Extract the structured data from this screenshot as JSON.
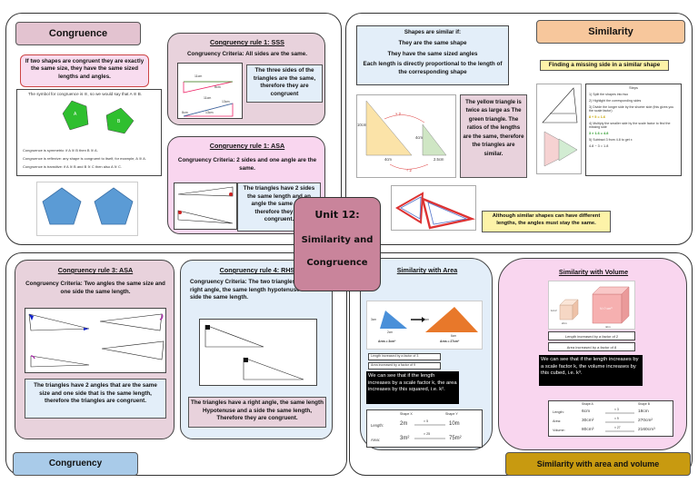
{
  "center": {
    "title_1": "Unit 12:",
    "title_2": "Similarity and",
    "title_3": "Congruence"
  },
  "congruence": {
    "heading": "Congruence",
    "intro": "If two shapes are congruent they are exactly the same size, they have the same sized lengths and angles.",
    "symbol_note": "The symbol for congruence is  ≅, so we would say that A ≅ B.",
    "shape_labels": [
      "A",
      "B"
    ],
    "properties": [
      "Congruence is symmetric: if A ≅ B then B ≅ A.",
      "Congruence is reflexive: any shape is congruent to itself, for example, A ≅ A.",
      "Congruence is transitive: if A ≅ B and B ≅ C then also A ≅ C."
    ]
  },
  "sss": {
    "title": "Congruency rule 1: SSS",
    "criteria": "Congruency Criteria: All sides are the same.",
    "note": "The three sides of the triangles are the same, therefore they are congruent",
    "labels": [
      "11cm",
      "8cm",
      "11cm",
      "13cm",
      "8cm",
      "13cm"
    ]
  },
  "asa1": {
    "title": "Congruency rule 1: ASA",
    "criteria": "Congruency Criteria: 2 sides and one angle are the same.",
    "note": "The triangles have 2 sides the same length and an angle the same size, therefore they are congruent."
  },
  "asa3": {
    "title": "Congruency rule 3: ASA",
    "criteria": "Congruency Criteria: Two angles the same size and one side the same length.",
    "note": "The triangles have 2 angles that are the same size and one side that is the same length, therefore the triangles are congruent."
  },
  "rhs": {
    "title": "Congruency rule 4: RHS",
    "criteria": "Congruency Criteria: The two triangles share a right angle, the same length hypotenuse and one side the same length.",
    "note": "The triangles have a right angle, the same length Hypotenuse and a side the same length, Therefore they are congruent."
  },
  "congruency_footer": "Congruency",
  "similarity": {
    "heading": "Similarity",
    "rules_title": "Shapes are similar if:",
    "rules": [
      "They are the same shape",
      "They have the same sized angles",
      "Each length is directly proportional to the length of the corresponding shape"
    ],
    "missing_title": "Finding a missing side in a similar shape",
    "yellow_note": "The yellow triangle is twice as large as The green triangle. The ratios of the lengths are the same, therefore the triangles are similar.",
    "angles_note": "Although similar shapes can have different lengths, the angles must stay the same.",
    "triangle_labels": [
      "× 2",
      "10cm",
      "4cm",
      "4cm",
      "2.5cm",
      "8cm",
      "÷ 2",
      "× 2"
    ],
    "steps_title": "Steps",
    "steps": [
      "1) Split the shapes into two",
      "2) Highlight the corresponding sides",
      "3) Divide the longer side by the shorter side (this gives you the scale factor)",
      "8 ÷ 5 = 1.6",
      "4) Multiply the smaller side by the scale factor to find the missing side",
      "3 × 1.6 = 4.8",
      "5) Subtract 3 from 4.8 to get x",
      "4.8 − 3 = 1.8"
    ]
  },
  "area": {
    "title": "Similarity with Area",
    "labels": [
      "3cm",
      "2cm",
      "9cm",
      "6cm"
    ],
    "areas": [
      "Area = 3cm²",
      "Area = 27cm²"
    ],
    "factors": [
      "Length increased by a factor of 3",
      "Area increased by a factor of 9"
    ],
    "explain": "We can see that if the length increases by a scale factor k, the area increases by this squared, i.e. k².",
    "table_head": [
      "Shape X",
      "Shape Y"
    ],
    "rows": [
      {
        "label": "Length:",
        "x": "2m",
        "op": "× 5",
        "y": "10m"
      },
      {
        "label": "Area:",
        "x": "3m²",
        "op": "× 25",
        "y": "75m²"
      }
    ]
  },
  "volume": {
    "title": "Similarity with Volume",
    "cube_labels": [
      "1cm³",
      "2cm",
      "V=? cm³",
      "4cm"
    ],
    "factors": [
      "Length increased by a factor of 2",
      "Area increased by a factor of 8"
    ],
    "explain": "We can see that if the length increases by a scale factor k, the volume increases by this cubed, i.e. k³.",
    "table_head": [
      "Shape A",
      "Shape B"
    ],
    "rows": [
      {
        "label": "Length:",
        "x": "6cm",
        "op": "× 3",
        "y": "18cm"
      },
      {
        "label": "Area:",
        "x": "30cm²",
        "op": "× 9",
        "y": "270cm²"
      },
      {
        "label": "Volume:",
        "x": "80cm³",
        "op": "× 27",
        "y": "2160cm³"
      }
    ]
  },
  "footer_right": "Similarity with area and volume"
}
